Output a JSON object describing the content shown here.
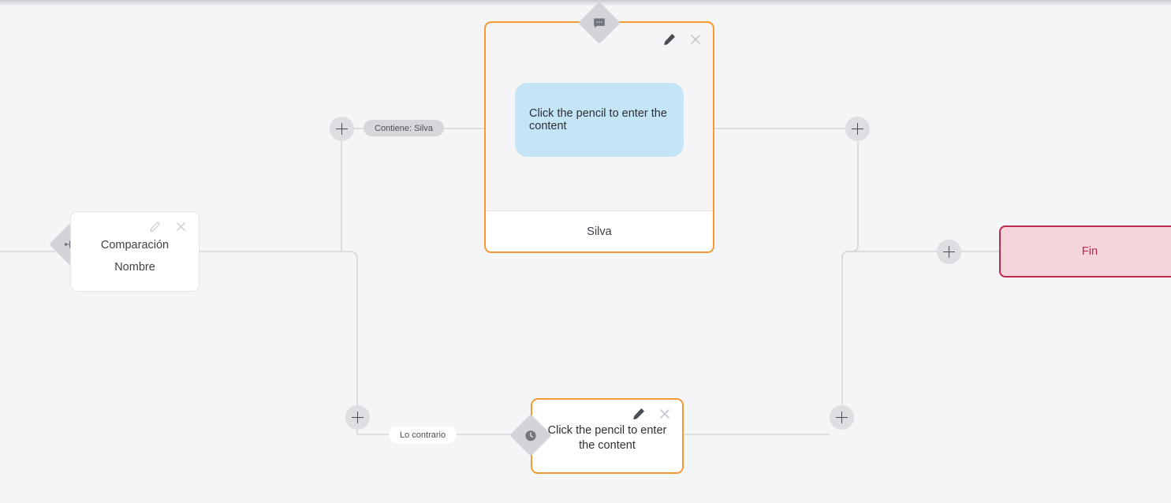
{
  "canvas": {
    "background_color": "#f4f5f7",
    "edge_color": "#d4d5da",
    "accent_orange": "#f59a33",
    "accent_crimson": "#bf2b4c",
    "bubble_blue": "#c3e5f6"
  },
  "nodes": {
    "comparison": {
      "icon": "sitemap-branch-icon",
      "title": "Comparación",
      "subtitle": "Nombre",
      "edit_icon": "pencil-icon",
      "close_icon": "close-icon"
    },
    "message": {
      "icon": "message-bubble-icon",
      "bubble_text": "Click the pencil to enter the content",
      "footer_text": "Silva",
      "edit_icon": "pencil-icon",
      "close_icon": "close-icon"
    },
    "wait": {
      "icon": "clock-icon",
      "text": "Click the pencil to enter the content",
      "edit_icon": "pencil-icon",
      "close_icon": "close-icon"
    },
    "end": {
      "label": "Fin"
    }
  },
  "edges": {
    "labels": {
      "true_branch": "Contiene: Silva",
      "false_branch": "Lo contrario"
    }
  },
  "add_buttons": [
    {
      "name": "add-node-true-branch",
      "glyph": "plus-icon"
    },
    {
      "name": "add-node-false-branch",
      "glyph": "plus-icon"
    },
    {
      "name": "add-node-after-message",
      "glyph": "plus-icon"
    },
    {
      "name": "add-node-after-wait",
      "glyph": "plus-icon"
    },
    {
      "name": "add-node-before-end",
      "glyph": "plus-icon"
    }
  ]
}
